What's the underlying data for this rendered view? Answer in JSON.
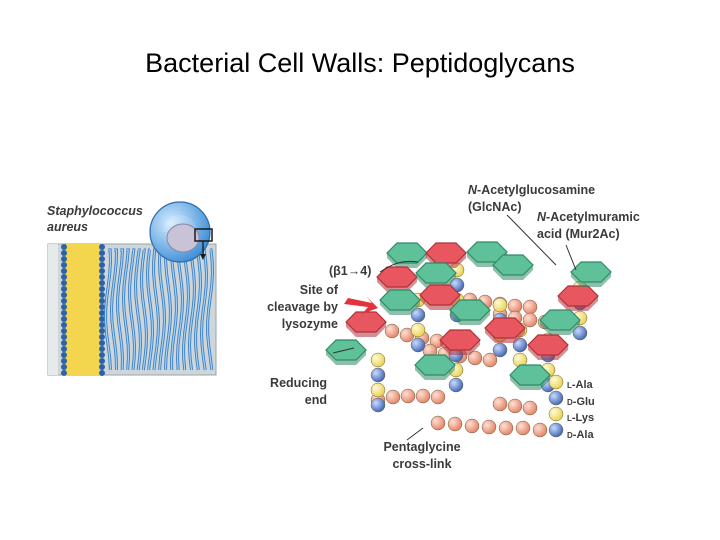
{
  "slide": {
    "title": "Bacterial Cell Walls: Peptidoglycans"
  },
  "labels": {
    "organism_line1": "Staphylococcus",
    "organism_line2": "aureus",
    "glcnac_line1_prefix": "N",
    "glcnac_line1": "-Acetylglucosamine",
    "glcnac_line2": "(GlcNAc)",
    "murnac_line1_prefix": "N",
    "murnac_line1": "-Acetylmuramic",
    "murnac_line2": "acid (Mur2Ac)",
    "bond": "(β1→4)",
    "cleavage_line1": "Site of",
    "cleavage_line2": "cleavage by",
    "cleavage_line3": "lysozyme",
    "reducing_line1": "Reducing",
    "reducing_line2": "end",
    "pentaglycine_line1": "Pentaglycine",
    "pentaglycine_line2": "cross-link"
  },
  "peptide_residues": [
    {
      "prefix": "L",
      "name": "-Ala"
    },
    {
      "prefix": "D",
      "name": "-Glu"
    },
    {
      "prefix": "L",
      "name": "-Lys"
    },
    {
      "prefix": "D",
      "name": "-Ala"
    }
  ],
  "colors": {
    "glcnac": "#5fc19a",
    "murnac": "#e8575f",
    "l_ala": "#f2e27a",
    "d_glu": "#5a7fc7",
    "glycine": "#ef9a80",
    "membrane": "#f3d24a",
    "fibers": "#5f9fd8"
  }
}
